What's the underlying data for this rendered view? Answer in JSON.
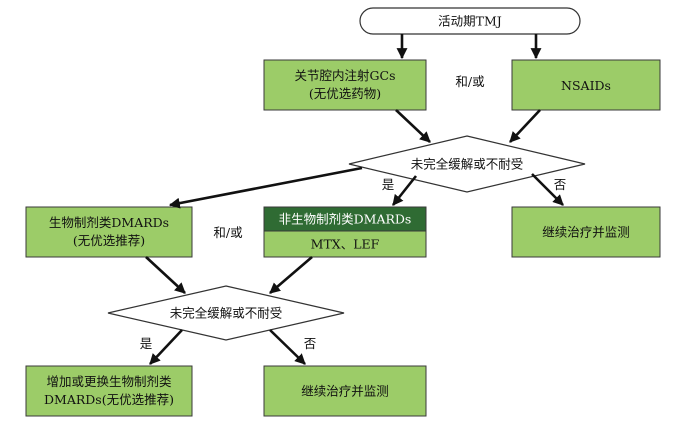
{
  "start": "活动期TMJ",
  "step1": {
    "option_a": [
      "关节腔内注射GCs",
      "(无优选药物)"
    ],
    "connector": "和/或",
    "option_b": "NSAIDs"
  },
  "decision1": {
    "label": "未完全缓解或不耐受",
    "yes": "是",
    "no": "否"
  },
  "step2": {
    "biologic": [
      "生物制剂类DMARDs",
      "(无优选推荐)"
    ],
    "connector": "和/或",
    "nonbiologic_header": "非生物制剂类DMARDs",
    "nonbiologic_body": "MTX、LEF",
    "continue": "继续治疗并监测"
  },
  "decision2": {
    "label": "未完全缓解或不耐受",
    "yes": "是",
    "no": "否"
  },
  "step3": {
    "escalate": [
      "增加或更换生物制剂类",
      "DMARDs(无优选推荐)"
    ],
    "continue": "继续治疗并监测"
  }
}
